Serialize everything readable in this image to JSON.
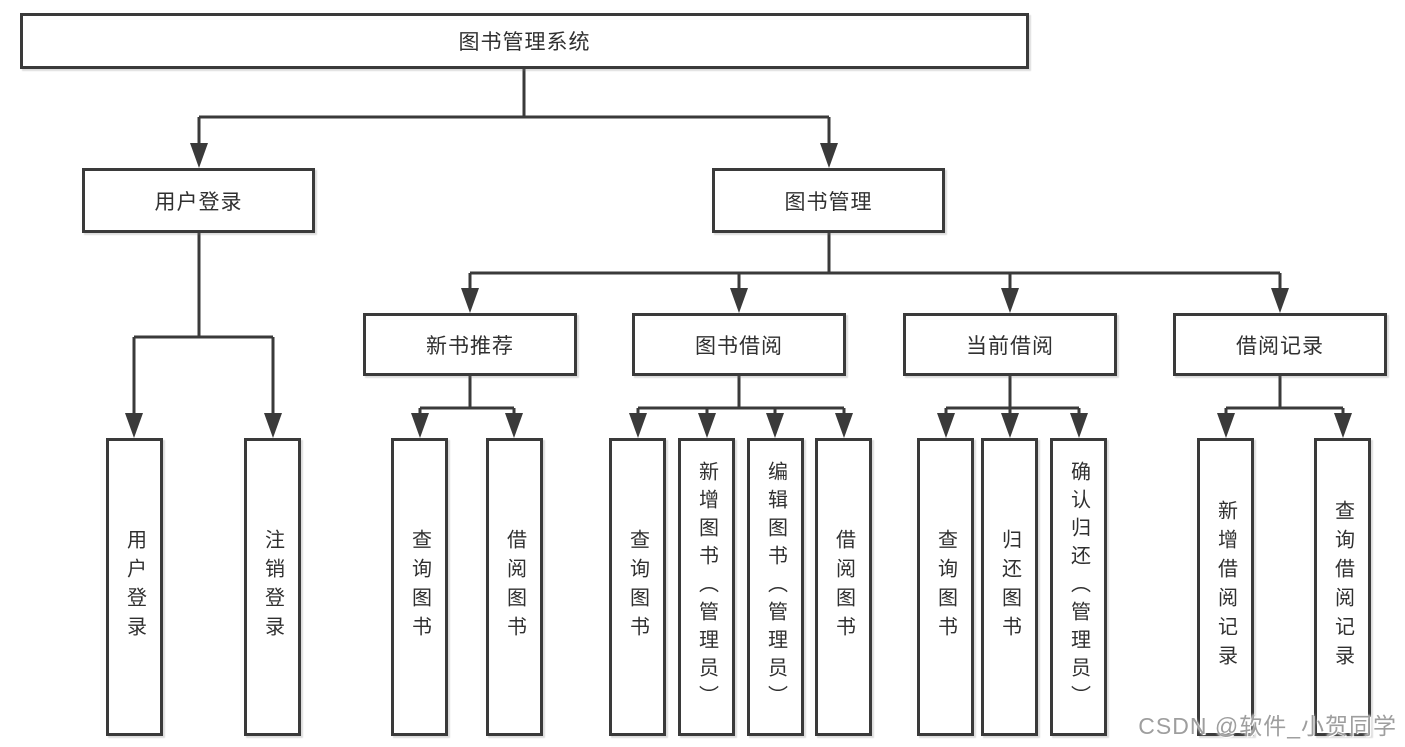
{
  "title": "图书管理系统",
  "tree": {
    "root": "图书管理系统",
    "branches": {
      "user": {
        "label": "用户登录",
        "children": {
          "login": "用户登录",
          "logout": "注销登录"
        }
      },
      "mgmt": {
        "label": "图书管理",
        "sections": {
          "recommend": {
            "label": "新书推荐",
            "children": {
              "query": "查询图书",
              "borrow": "借阅图书"
            }
          },
          "borrow": {
            "label": "图书借阅",
            "children": {
              "query": "查询图书",
              "add": "新增图书（管理员）",
              "edit": "编辑图书（管理员）",
              "borrow": "借阅图书"
            }
          },
          "current": {
            "label": "当前借阅",
            "children": {
              "query": "查询图书",
              "return": "归还图书",
              "confirm": "确认归还（管理员）"
            }
          },
          "records": {
            "label": "借阅记录",
            "children": {
              "add": "新增借阅记录",
              "query": "查询借阅记录"
            }
          }
        }
      }
    }
  },
  "watermark": "CSDN @软件_小贺同学",
  "colors": {
    "line": "#3a3a3a",
    "box_border": "#3a3a3a",
    "text": "#303030",
    "watermark": "#9e9e9e",
    "background": "#ffffff"
  }
}
